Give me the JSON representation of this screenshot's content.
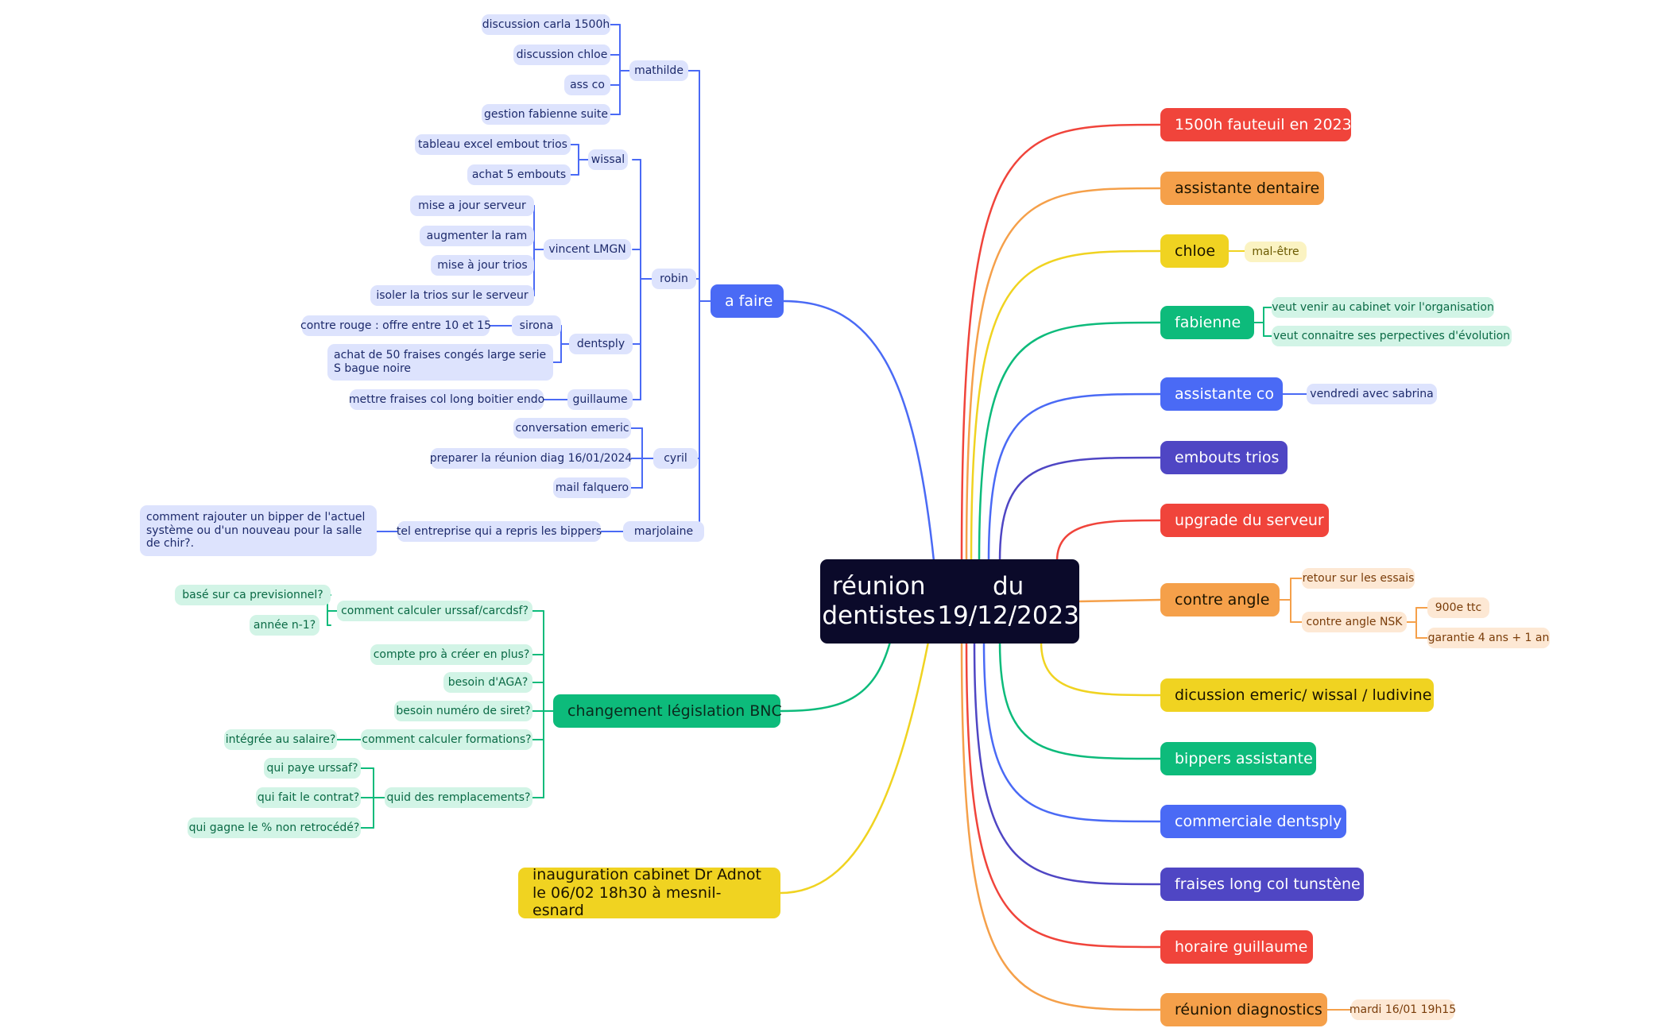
{
  "map": {
    "root": {
      "line1": "réunion dentistes",
      "line2": "du 19/12/2023"
    },
    "right_branches": [
      {
        "label": "1500h fauteuil en 2023",
        "color": "#f0443b"
      },
      {
        "label": "assistante dentaire",
        "color": "#f5a04a"
      },
      {
        "label": "chloe",
        "color": "#f0d321",
        "children": [
          "mal-être"
        ]
      },
      {
        "label": "fabienne",
        "color": "#0dbb7b",
        "children": [
          "veut venir au cabinet voir l'organisation",
          "veut connaitre ses perpectives d'évolution"
        ]
      },
      {
        "label": "assistante co",
        "color": "#4a6af5",
        "children": [
          "vendredi avec sabrina"
        ]
      },
      {
        "label": "embouts trios",
        "color": "#4f46c4"
      },
      {
        "label": "upgrade du serveur",
        "color": "#f0443b"
      },
      {
        "label": "contre angle",
        "color": "#f5a04a",
        "children": [
          "retour sur les essais",
          "contre angle NSK",
          "900e ttc",
          "garantie 4 ans + 1 an"
        ]
      },
      {
        "label": "dicussion emeric/ wissal / ludivine",
        "color": "#f0d321"
      },
      {
        "label": "bippers assistante",
        "color": "#0dbb7b"
      },
      {
        "label": "commerciale dentsply",
        "color": "#4a6af5"
      },
      {
        "label": "fraises long col tunstène",
        "color": "#4f46c4"
      },
      {
        "label": "horaire guillaume",
        "color": "#f0443b"
      },
      {
        "label": "réunion diagnostics",
        "color": "#f5a04a",
        "children": [
          "mardi 16/01 19h15"
        ]
      }
    ],
    "a_faire": {
      "label": "a faire",
      "color": "#4a6af5",
      "mathilde": {
        "label": "mathilde",
        "items": [
          "discussion carla 1500h",
          "discussion chloe",
          "ass co",
          "gestion fabienne suite"
        ]
      },
      "robin": {
        "label": "robin",
        "wissal": {
          "label": "wissal",
          "items": [
            "tableau excel embout trios",
            "achat 5 embouts"
          ]
        },
        "vincent": {
          "label": "vincent LMGN",
          "items": [
            "mise a jour serveur",
            "augmenter la ram",
            "mise à jour trios",
            "isoler la trios sur le serveur"
          ]
        },
        "dentsply": {
          "label": "dentsply",
          "sirona": "sirona",
          "sirona_item": "contre rouge : offre entre 10 et 15",
          "item2": "achat de 50 fraises congés large serie S bague noire"
        },
        "guillaume": {
          "label": "guillaume",
          "item": "mettre fraises col long boitier endo"
        }
      },
      "cyril": {
        "label": "cyril",
        "items": [
          "conversation emeric",
          "preparer la réunion diag 16/01/2024",
          "mail falquero"
        ]
      },
      "marjolaine": {
        "label": "marjolaine",
        "item": "tel entreprise qui a repris les bippers",
        "sub": "comment rajouter un bipper de l'actuel système ou d'un nouveau pour la salle de chir?."
      }
    },
    "bnc": {
      "label": "changement législation BNC",
      "color": "#0dbb7b",
      "urssaf": {
        "label": "comment calculer urssaf/carcdsf?",
        "items": [
          "basé sur ca previsionnel?",
          "année n-1?"
        ]
      },
      "compte": "compte pro à créer en plus?",
      "aga": "besoin d'AGA?",
      "siret": "besoin numéro de siret?",
      "formations": {
        "label": "comment calculer formations?",
        "item": "intégrée au salaire?"
      },
      "remplacements": {
        "label": "quid des remplacements?",
        "items": [
          "qui paye urssaf?",
          "qui fait le contrat?",
          "qui gagne le % non retrocédé?"
        ]
      }
    },
    "inauguration": {
      "label": "inauguration cabinet Dr Adnot le 06/02 18h30 à mesnil-esnard",
      "color": "#f0d321"
    }
  }
}
